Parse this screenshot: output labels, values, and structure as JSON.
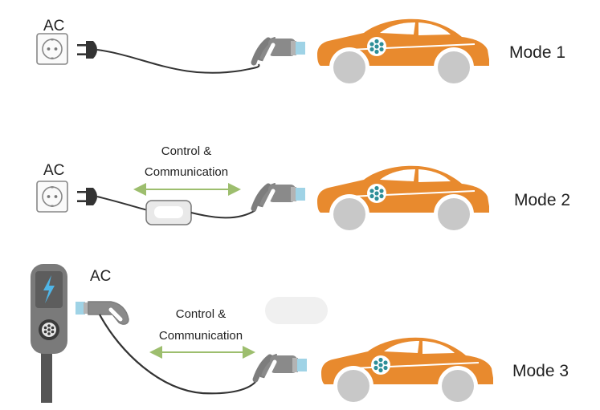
{
  "colors": {
    "car_body": "#E88A2E",
    "car_glass": "#FFFFFF",
    "wheel": "#C8C8C8",
    "socket": "#2E8F98",
    "plug_gray": "#8A8A8A",
    "connector_tip": "#9FD3E6",
    "cable": "#333333",
    "arrow": "#9DBE6E",
    "station_body": "#7A7A7A",
    "bolt": "#4FB6E8"
  },
  "icons": {
    "wall_socket": "wall-socket-icon",
    "plug": "plug-icon",
    "vehicle_connector": "vehicle-connector-icon",
    "car": "electric-car-icon",
    "charging_station": "charging-station-icon",
    "control_box": "in-cable-control-box-icon"
  },
  "modes": [
    {
      "source_label": "AC",
      "mode_label": "Mode 1"
    },
    {
      "source_label": "AC",
      "mode_label": "Mode 2",
      "comm_line1": "Control &",
      "comm_line2": "Communication"
    },
    {
      "source_label": "AC",
      "mode_label": "Mode 3",
      "comm_line1": "Control &",
      "comm_line2": "Communication"
    }
  ]
}
